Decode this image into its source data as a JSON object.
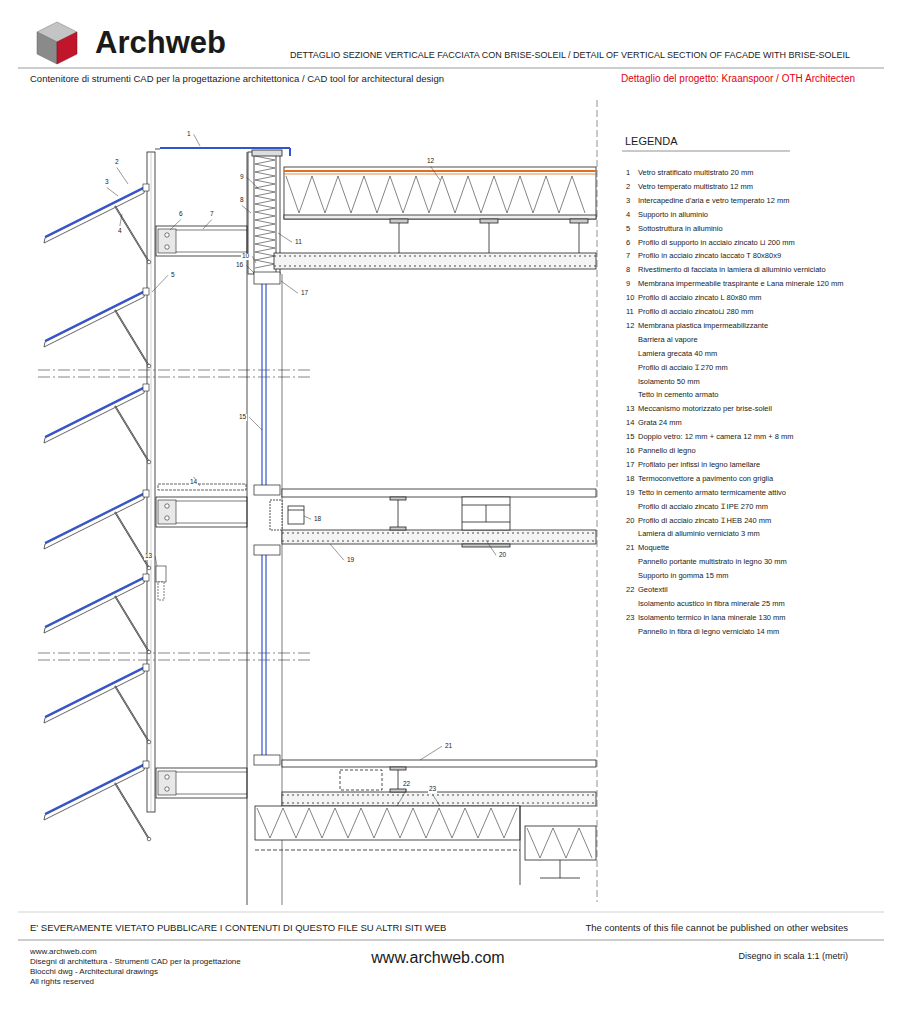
{
  "diagram": {
    "title": "DETTAGLIO SEZIONE VERTICALE  FACCIATA CON BRISE-SOLEIL / DETAIL OF VERTICAL SECTION OF FACADE WITH BRISE-SOLEIL",
    "labels": [
      "Archweb",
      "Contenitore di strumenti CAD per la progettazione architettonica / CAD tool for architectural design",
      "Dettaglio del progetto: Kraanspoor / OTH Architecten",
      "1",
      "2",
      "3",
      "4",
      "5",
      "6",
      "7",
      "8",
      "9",
      "10",
      "11",
      "12",
      "13",
      "14",
      "15",
      "16",
      "17",
      "18",
      "19",
      "20",
      "21",
      "22",
      "23",
      "LEGENDA",
      "1",
      "Vetro stratificato multistrato 20 mm",
      "2",
      "Vetro temperato multistrato 12 mm",
      "3",
      "Intercapedine d'aria e vetro temperato 12 mm",
      "4",
      "Supporto in alluminio",
      "5",
      "Sottostruttura in alluminio",
      "6",
      "Profilo di supporto in acciaio zincato ⊔ 200 mm",
      "7",
      "Profilo in acciaio zincato laccato T 80x80x9",
      "8",
      "Rivestimento di facciata in lamiera di alluminio verniciato",
      "9",
      "Membrana impermeabile traspirante e Lana minerale 120 mm",
      "10",
      "Profilo di acciaio zincato L 80x80 mm",
      "11",
      "Profilo di acciaio zincato⊔ 280 mm",
      "12",
      "Membrana plastica impermeabilizzante",
      "Barriera al vapore",
      "Lamiera grecata 40 mm",
      "Profilo di acciaio Ɪ 270 mm",
      "Isolamento 50 mm",
      "Tetto in cemento armato",
      "13",
      "Meccanismo motorizzato per brise-soleil",
      "14",
      "Grata 24 mm",
      "15",
      "Doppio vetro: 12 mm + camera 12 mm + 8 mm",
      "16",
      "Pannello di legno",
      "17",
      "Profilato per infissi in legno lamellare",
      "18",
      "Termoconvettore a pavimento con griglia",
      "19",
      "Tetto in cemento armato termicamente attivo",
      "Profilo di acciaio zincato Ɪ IPE 270 mm",
      "20",
      "Profilo di acciaio zincato Ɪ HEB 240 mm",
      "Lamiera di alluminio verniciato 3 mm",
      "21",
      "Moquette",
      "Pannello portante multistrato in legno 30 mm",
      "Supporto in gomma 15 mm",
      "22",
      "Geotextil",
      "Isolamento acustico in fibra minerale 25 mm",
      "23",
      "Isolamento termico in lana minerale 130 mm",
      "Pannello in fibra di legno verniciato 14 mm",
      "E' SEVERAMENTE VIETATO PUBBLICARE I CONTENUTI DI QUESTO FILE SU ALTRI SITI WEB",
      "The contents of this file cannot be published on other websites",
      "www.archweb.com",
      "Disegni di architettura - Strumenti CAD per la progettazione",
      "Blocchi dwg - Architectural drawings",
      "All rights reserved",
      "www.archweb.com",
      "Disegno in scala 1:1 (metri)"
    ]
  }
}
